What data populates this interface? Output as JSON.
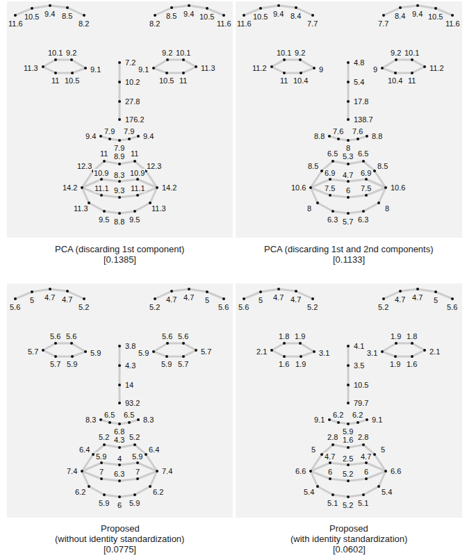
{
  "diagram": {
    "labels": [
      "11.6",
      "10.5",
      "9.4",
      "8.5",
      "8.2",
      "8.2",
      "8.5",
      "9.4",
      "10.5",
      "11.6",
      "11.3",
      "10.1",
      "9.2",
      "9.1",
      "10.5",
      "11",
      "9.1",
      "9.2",
      "10.1",
      "11.3",
      "11",
      "10.5",
      "7.2",
      "10.2",
      "27.8",
      "176.2",
      "9.4",
      "7.9",
      "7.9",
      "7.9",
      "9.4",
      "12.3",
      "11",
      "8.9",
      "11",
      "12.3",
      "10.9",
      "8.3",
      "10.9",
      "14.2",
      "14.2",
      "11.1",
      "9.3",
      "11.1",
      "11.3",
      "9.5",
      "8.8",
      "9.5",
      "11.3",
      "PCA (discarding 1st component)",
      "[0.1385]",
      "11.6",
      "10.5",
      "9.4",
      "8.4",
      "7.7",
      "7.7",
      "8.4",
      "9.4",
      "10.5",
      "11.6",
      "11.2",
      "10.1",
      "9.2",
      "9",
      "10.4",
      "11",
      "9",
      "9.2",
      "10.1",
      "11.2",
      "11",
      "10.4",
      "4.8",
      "5.4",
      "17.8",
      "138.7",
      "8.8",
      "7.6",
      "8",
      "7.6",
      "8.8",
      "8.5",
      "6.5",
      "5.3",
      "6.5",
      "8.5",
      "6.9",
      "4.7",
      "6.9",
      "10.6",
      "10.6",
      "7.5",
      "6",
      "7.5",
      "8",
      "6.3",
      "5.7",
      "6.3",
      "8",
      "PCA (discarding 1st and 2nd components)",
      "[0.1133]",
      "5.6",
      "5",
      "4.7",
      "4.7",
      "5.2",
      "5.2",
      "4.7",
      "4.7",
      "5",
      "5.6",
      "5.7",
      "5.6",
      "5.6",
      "5.9",
      "5.9",
      "5.7",
      "5.9",
      "5.6",
      "5.6",
      "5.7",
      "5.7",
      "5.9",
      "3.8",
      "4.3",
      "14",
      "93.2",
      "8.3",
      "6.5",
      "6.8",
      "6.5",
      "8.3",
      "6.4",
      "5.2",
      "4.3",
      "5.2",
      "6.4",
      "5.9",
      "4",
      "5.9",
      "7.4",
      "7.4",
      "7",
      "6.3",
      "7",
      "6.2",
      "5.9",
      "6",
      "5.9",
      "6.2",
      "Proposed",
      "(without identity standardization)",
      "[0.0775]",
      "5.6",
      "5",
      "4.7",
      "4.7",
      "5.2",
      "5.2",
      "4.7",
      "4.7",
      "5",
      "5.6",
      "2.1",
      "1.8",
      "1.9",
      "3.1",
      "1.9",
      "1.6",
      "3.1",
      "1.9",
      "1.8",
      "2.1",
      "1.6",
      "1.9",
      "4.1",
      "3.5",
      "10.5",
      "79.7",
      "9.1",
      "6.2",
      "5.9",
      "6.2",
      "9.1",
      "5",
      "2.8",
      "1.6",
      "2.8",
      "5",
      "4.7",
      "2.5",
      "4.7",
      "6.6",
      "6.6",
      "6",
      "5.2",
      "6",
      "5.4",
      "5.1",
      "5.2",
      "5.1",
      "5.4",
      "Proposed",
      "(with identity standardization)",
      "[0.0602]"
    ]
  }
}
